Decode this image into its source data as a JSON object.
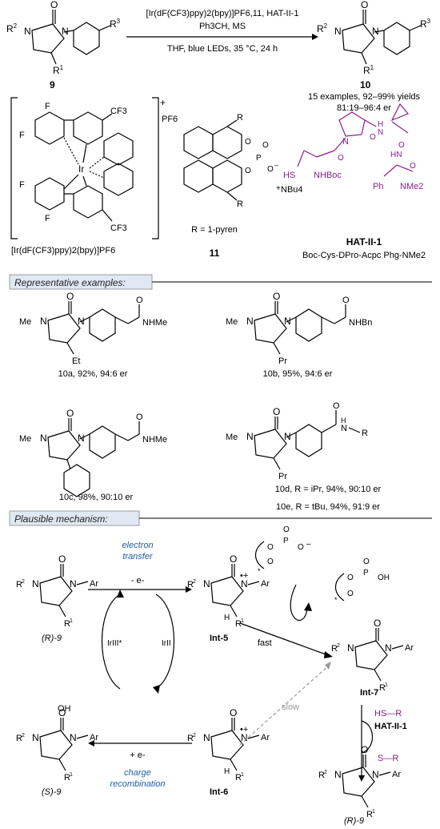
{
  "scheme": {
    "reagents_top": "[Ir(dF(CF3)ppy)2(bpy)]PF6,11, HAT-II-1",
    "reagents_mid": "Ph3CH, MS",
    "conditions": "THF, blue LEDs, 35 °C, 24 h",
    "sm_label": "9",
    "product_label": "10",
    "examples_line": "15 examples, 92–99% yields",
    "er_line": "81:19–96:4 er",
    "sub_r1": "R1",
    "sub_r2": "R2",
    "sub_r3": "R3"
  },
  "catalysts": {
    "ir_label": "[Ir(dF(CF3)ppy)2(bpy)]PF6",
    "ir_charge": "+",
    "ir_counter": "PF6",
    "cf3_a": "CF3",
    "cf3_b": "CF3",
    "ir_center": "Ir",
    "phos_label": "11",
    "phos_r_def": "R = 1-pyren",
    "phos_nbu4": "NBu4",
    "hat_label": "HAT-II-1",
    "hat_seq": "Boc-Cys-DPro-Acpc Phg-NMe2",
    "hat_hs": "HS",
    "hat_nhboc": "NHBoc",
    "hat_ph": "Ph",
    "hat_nme2": "NMe2"
  },
  "examples": {
    "header": "Representative examples:",
    "a": {
      "label": "10a, 92%, 94:6 er",
      "amide": "NHMe",
      "sub": "Et"
    },
    "b": {
      "label": "10b, 95%, 94:6 er",
      "amide": "NHBn",
      "sub": "Pr"
    },
    "c": {
      "label": "10c, 98%, 90:10 er",
      "amide": "NHMe"
    },
    "d": {
      "label": "10d, R = iPr, 94%, 90:10 er",
      "sub": "Pr"
    },
    "e": {
      "label": "10e, R = tBu, 94%, 91:9 er"
    },
    "me": "Me"
  },
  "mechanism": {
    "header": "Plausible mechanism:",
    "electron_transfer": "electron transfer",
    "minus_e": "- e-",
    "plus_e": "+ e-",
    "charge_recombination": "charge recombination",
    "ir_iii": "IrIII*",
    "ir_ii": "IrII",
    "r9": "(R)-9",
    "s9": "(S)-9",
    "r9_final": "(R)-9",
    "int5": "Int-5",
    "int6": "Int-6",
    "int7": "Int-7",
    "fast": "fast",
    "slow": "slow",
    "hs_r": "HS—R",
    "s_r": "S—R",
    "hat": "HAT-II-1",
    "ar": "Ar",
    "oh": "OH"
  }
}
